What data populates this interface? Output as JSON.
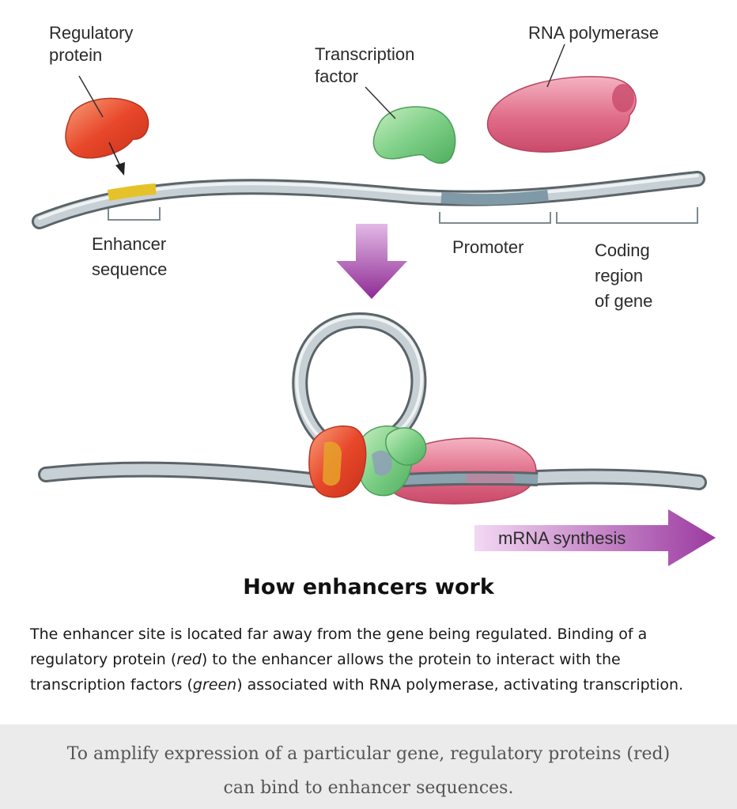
{
  "labels": {
    "regulatory_protein": [
      "Regulatory",
      "protein"
    ],
    "transcription_factor": [
      "Transcription",
      "factor"
    ],
    "rna_polymerase": "RNA polymerase",
    "enhancer_sequence": [
      "Enhancer",
      "sequence"
    ],
    "promoter": "Promoter",
    "coding_region": [
      "Coding",
      "region",
      "of gene"
    ],
    "mrna_synthesis": "mRNA synthesis"
  },
  "title": "How enhancers work",
  "body": {
    "part1": "The enhancer site is located far away from the gene being regulated. Binding of a regulatory protein (",
    "red": "red",
    "part2": ") to the enhancer allows the protein to interact with the transcription factors (",
    "green": "green",
    "part3": ") associated with RNA polymerase, activating transcription."
  },
  "caption": [
    "To amplify expression of a particular gene, regulatory proteins (red)",
    "can bind to enhancer sequences."
  ],
  "colors": {
    "regulatory_protein": "#e8472a",
    "transcription_factor": "#6cc47a",
    "rna_polymerase": "#d95a7a",
    "enhancer": "#e6c22a",
    "promoter": "#7f9aa6",
    "dna": "#b9c2c6",
    "arrow": "#9b3aa0"
  }
}
